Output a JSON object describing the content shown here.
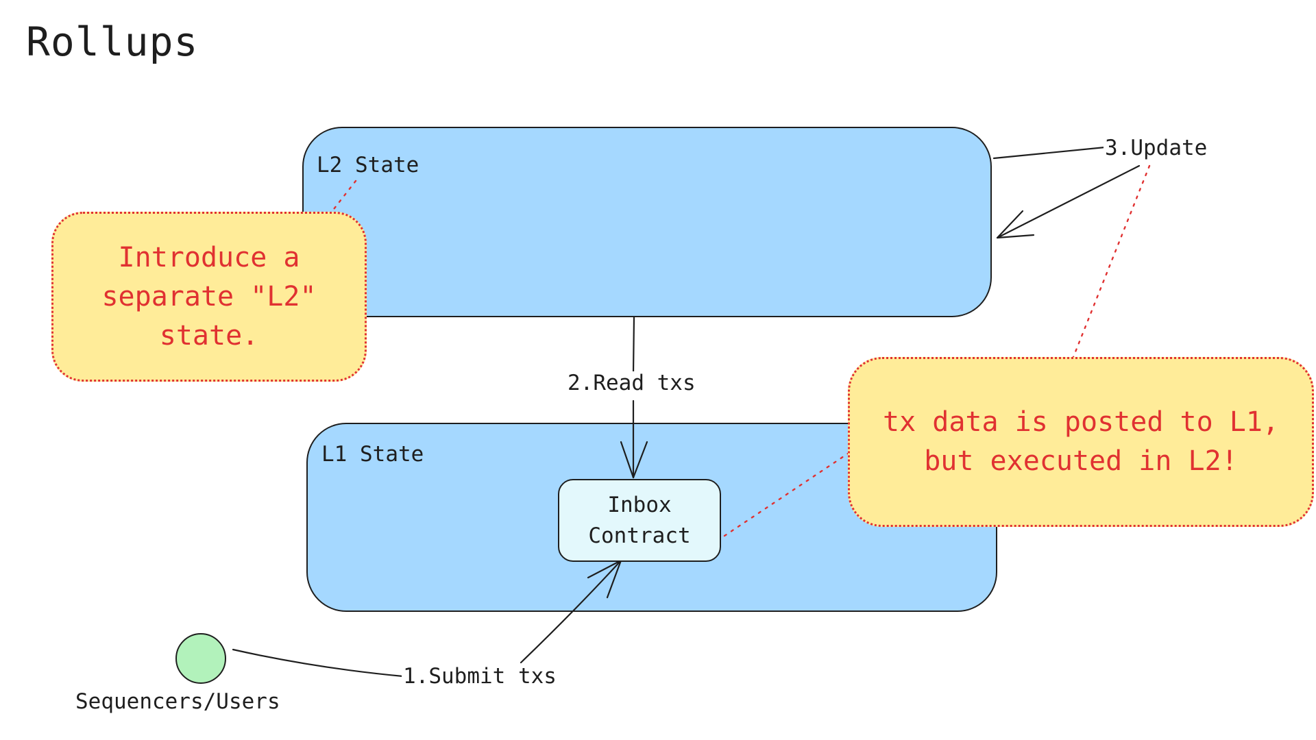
{
  "title": "Rollups",
  "nodes": {
    "l2_state": "L2 State",
    "l1_state": "L1 State",
    "inbox": "Inbox Contract",
    "actor": "Sequencers/Users"
  },
  "edges": {
    "submit": "1.Submit txs",
    "read": "2.Read txs",
    "update": "3.Update"
  },
  "notes": {
    "separate_state": "Introduce a separate \"L2\" state.",
    "tx_data": "tx data is posted to L1, but executed in L2!"
  },
  "colors": {
    "state_fill": "#a5d8ff",
    "inbox_fill": "#e3f8fc",
    "note_fill": "#ffec99",
    "note_text": "#e03131",
    "actor_fill": "#b2f2bb"
  }
}
